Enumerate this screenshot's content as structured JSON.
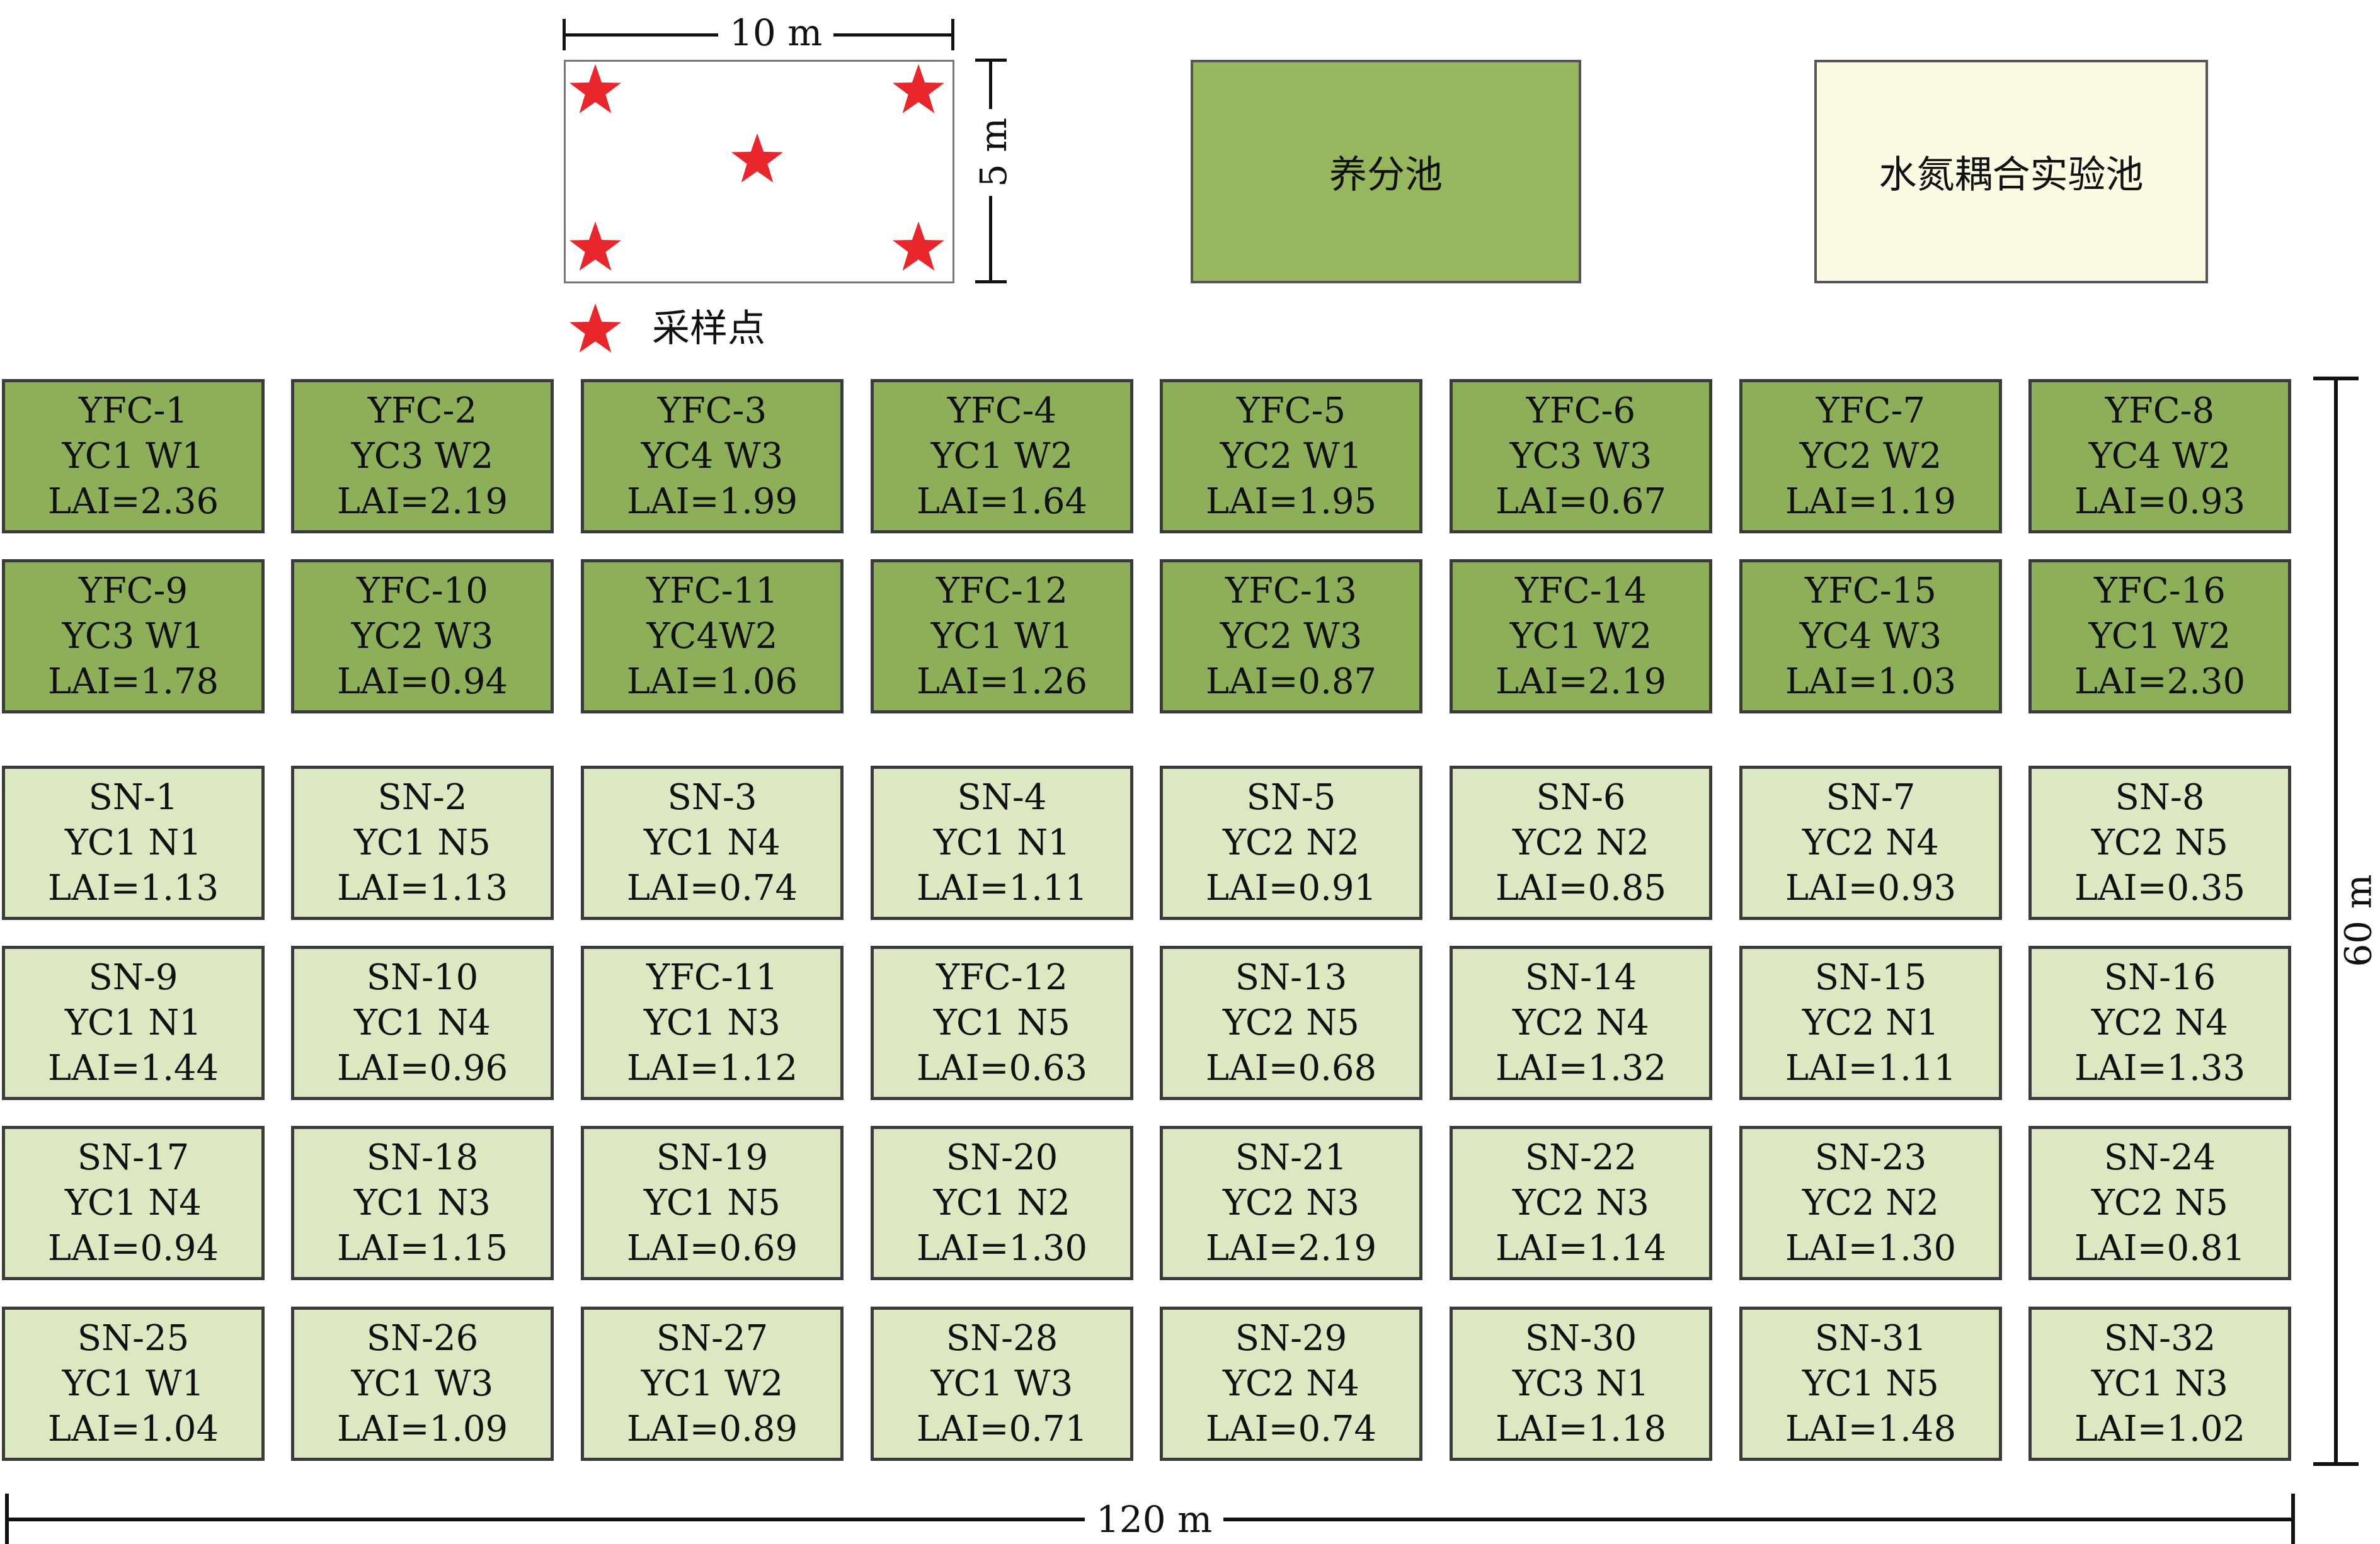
{
  "colors": {
    "nutrient_plot": "#8daf5a",
    "nitrogen_plot": "#dbe8c2",
    "nutrient_pool": "#96b75e",
    "coupling_pool": "#fbfbe3",
    "star": "#e8262b",
    "border": "#3b3b3b"
  },
  "dimensions": {
    "inset_width": "10 m",
    "inset_height": "5 m",
    "field_height": "60 m",
    "field_width": "120 m"
  },
  "legend": {
    "sampling_point": "采样点"
  },
  "ponds": {
    "nutrient": "养分池",
    "water_nitrogen": "水氮耦合实验池"
  },
  "grid": {
    "rows": [
      [
        {
          "id": "YFC-1",
          "treatment": "YC1 W1",
          "lai": "LAI=2.36"
        },
        {
          "id": "YFC-2",
          "treatment": "YC3 W2",
          "lai": "LAI=2.19"
        },
        {
          "id": "YFC-3",
          "treatment": "YC4 W3",
          "lai": "LAI=1.99"
        },
        {
          "id": "YFC-4",
          "treatment": "YC1 W2",
          "lai": "LAI=1.64"
        },
        {
          "id": "YFC-5",
          "treatment": "YC2 W1",
          "lai": "LAI=1.95"
        },
        {
          "id": "YFC-6",
          "treatment": "YC3 W3",
          "lai": "LAI=0.67"
        },
        {
          "id": "YFC-7",
          "treatment": "YC2 W2",
          "lai": "LAI=1.19"
        },
        {
          "id": "YFC-8",
          "treatment": "YC4 W2",
          "lai": "LAI=0.93"
        }
      ],
      [
        {
          "id": "YFC-9",
          "treatment": "YC3 W1",
          "lai": "LAI=1.78"
        },
        {
          "id": "YFC-10",
          "treatment": "YC2 W3",
          "lai": "LAI=0.94"
        },
        {
          "id": "YFC-11",
          "treatment": "YC4W2",
          "lai": "LAI=1.06"
        },
        {
          "id": "YFC-12",
          "treatment": "YC1 W1",
          "lai": "LAI=1.26"
        },
        {
          "id": "YFC-13",
          "treatment": "YC2 W3",
          "lai": "LAI=0.87"
        },
        {
          "id": "YFC-14",
          "treatment": "YC1 W2",
          "lai": "LAI=2.19"
        },
        {
          "id": "YFC-15",
          "treatment": "YC4 W3",
          "lai": "LAI=1.03"
        },
        {
          "id": "YFC-16",
          "treatment": "YC1 W2",
          "lai": "LAI=2.30"
        }
      ],
      [
        {
          "id": "SN-1",
          "treatment": "YC1 N1",
          "lai": "LAI=1.13"
        },
        {
          "id": "SN-2",
          "treatment": "YC1 N5",
          "lai": "LAI=1.13"
        },
        {
          "id": "SN-3",
          "treatment": "YC1 N4",
          "lai": "LAI=0.74"
        },
        {
          "id": "SN-4",
          "treatment": "YC1 N1",
          "lai": "LAI=1.11"
        },
        {
          "id": "SN-5",
          "treatment": "YC2 N2",
          "lai": "LAI=0.91"
        },
        {
          "id": "SN-6",
          "treatment": "YC2 N2",
          "lai": "LAI=0.85"
        },
        {
          "id": "SN-7",
          "treatment": "YC2 N4",
          "lai": "LAI=0.93"
        },
        {
          "id": "SN-8",
          "treatment": "YC2 N5",
          "lai": "LAI=0.35"
        }
      ],
      [
        {
          "id": "SN-9",
          "treatment": "YC1 N1",
          "lai": "LAI=1.44"
        },
        {
          "id": "SN-10",
          "treatment": "YC1 N4",
          "lai": "LAI=0.96"
        },
        {
          "id": "YFC-11",
          "treatment": "YC1 N3",
          "lai": "LAI=1.12"
        },
        {
          "id": "YFC-12",
          "treatment": "YC1 N5",
          "lai": "LAI=0.63"
        },
        {
          "id": "SN-13",
          "treatment": "YC2 N5",
          "lai": "LAI=0.68"
        },
        {
          "id": "SN-14",
          "treatment": "YC2 N4",
          "lai": "LAI=1.32"
        },
        {
          "id": "SN-15",
          "treatment": "YC2 N1",
          "lai": "LAI=1.11"
        },
        {
          "id": "SN-16",
          "treatment": "YC2 N4",
          "lai": "LAI=1.33"
        }
      ],
      [
        {
          "id": "SN-17",
          "treatment": "YC1 N4",
          "lai": "LAI=0.94"
        },
        {
          "id": "SN-18",
          "treatment": "YC1 N3",
          "lai": "LAI=1.15"
        },
        {
          "id": "SN-19",
          "treatment": "YC1 N5",
          "lai": "LAI=0.69"
        },
        {
          "id": "SN-20",
          "treatment": "YC1 N2",
          "lai": "LAI=1.30"
        },
        {
          "id": "SN-21",
          "treatment": "YC2 N3",
          "lai": "LAI=2.19"
        },
        {
          "id": "SN-22",
          "treatment": "YC2 N3",
          "lai": "LAI=1.14"
        },
        {
          "id": "SN-23",
          "treatment": "YC2 N2",
          "lai": "LAI=1.30"
        },
        {
          "id": "SN-24",
          "treatment": "YC2 N5",
          "lai": "LAI=0.81"
        }
      ],
      [
        {
          "id": "SN-25",
          "treatment": "YC1 W1",
          "lai": "LAI=1.04"
        },
        {
          "id": "SN-26",
          "treatment": "YC1 W3",
          "lai": "LAI=1.09"
        },
        {
          "id": "SN-27",
          "treatment": "YC1 W2",
          "lai": "LAI=0.89"
        },
        {
          "id": "SN-28",
          "treatment": "YC1 W3",
          "lai": "LAI=0.71"
        },
        {
          "id": "SN-29",
          "treatment": "YC2 N4",
          "lai": "LAI=0.74"
        },
        {
          "id": "SN-30",
          "treatment": "YC3 N1",
          "lai": "LAI=1.18"
        },
        {
          "id": "SN-31",
          "treatment": "YC1 N5",
          "lai": "LAI=1.48"
        },
        {
          "id": "SN-32",
          "treatment": "YC1 N3",
          "lai": "LAI=1.02"
        }
      ]
    ]
  }
}
